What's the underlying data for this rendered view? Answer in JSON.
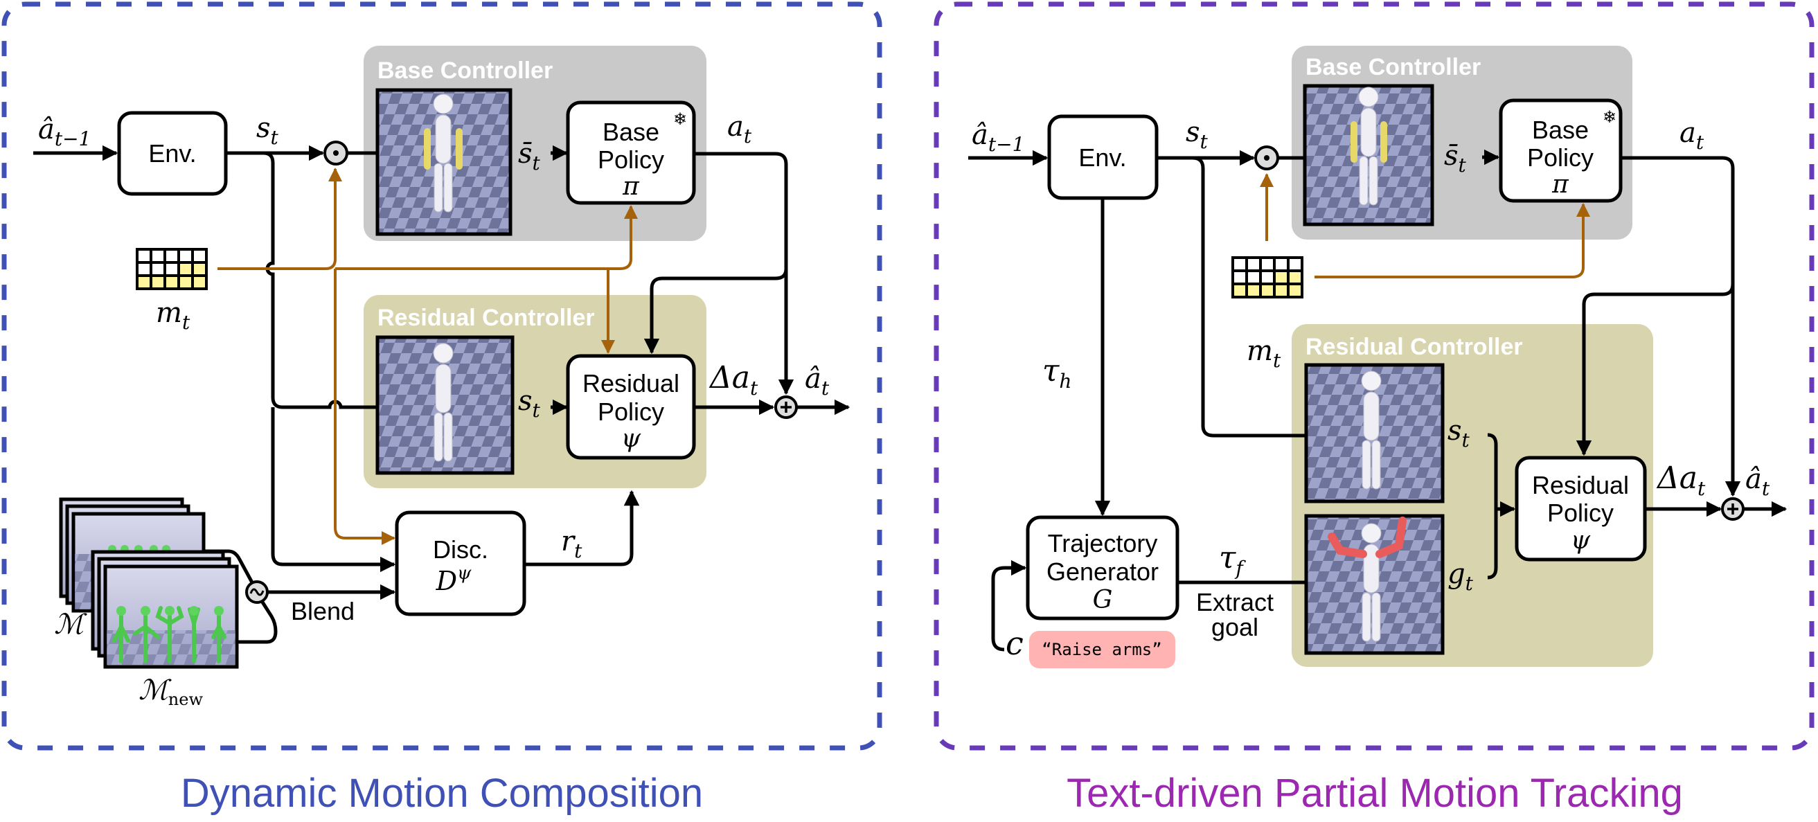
{
  "colors": {
    "left_accent": "#3f51b5",
    "right_accent": "#673ab7",
    "right_title": "#9c27b0",
    "base_controller_bg": "#c9c9c9",
    "residual_controller_bg": "#d8d4ad",
    "mask_brown": "#a5620a",
    "mask_yellow": "#fff59d",
    "prompt_bg": "#ffb3b3",
    "sim_floor": "#8b8fb8"
  },
  "left_panel": {
    "title": "Dynamic Motion Composition",
    "input_label": "â",
    "input_sub": "t−1",
    "env_label": "Env.",
    "state_label": "s",
    "state_sub": "t",
    "masked_state_label": "s̄",
    "masked_state_sub": "t",
    "base_controller": {
      "label": "Base Controller",
      "policy_line1": "Base",
      "policy_line2": "Policy",
      "policy_symbol": "π",
      "frozen_icon": "❄"
    },
    "action_label": "a",
    "action_sub": "t",
    "mask_label": "m",
    "mask_sub": "t",
    "mask_grid": [
      [
        0,
        0,
        0,
        0,
        0
      ],
      [
        0,
        0,
        0,
        1,
        1
      ],
      [
        1,
        1,
        1,
        1,
        1
      ]
    ],
    "residual_controller": {
      "label": "Residual Controller",
      "state_label": "s",
      "state_sub": "t",
      "policy_line1": "Residual",
      "policy_line2": "Policy",
      "policy_symbol": "ψ"
    },
    "delta_label": "Δa",
    "delta_sub": "t",
    "output_label": "â",
    "output_sub": "t",
    "disc": {
      "line1": "Disc.",
      "symbol": "D",
      "sup": "ψ"
    },
    "reward_label": "r",
    "reward_sub": "t",
    "blend_label": "Blend",
    "dataset_label": "ℳ",
    "new_dataset_label": "ℳ",
    "new_dataset_sub": "new"
  },
  "right_panel": {
    "title": "Text-driven Partial Motion Tracking",
    "input_label": "â",
    "input_sub": "t−1",
    "env_label": "Env.",
    "state_label": "s",
    "state_sub": "t",
    "masked_state_label": "s̄",
    "masked_state_sub": "t",
    "base_controller": {
      "label": "Base Controller",
      "policy_line1": "Base",
      "policy_line2": "Policy",
      "policy_symbol": "π",
      "frozen_icon": "❄"
    },
    "action_label": "a",
    "action_sub": "t",
    "mask_label": "m",
    "mask_sub": "t",
    "mask_grid": [
      [
        0,
        0,
        0,
        0,
        0
      ],
      [
        0,
        0,
        0,
        1,
        1
      ],
      [
        1,
        1,
        1,
        1,
        1
      ]
    ],
    "history_label": "τ",
    "history_sub": "h",
    "traj_gen": {
      "line1": "Trajectory",
      "line2": "Generator",
      "symbol": "G"
    },
    "future_label": "τ",
    "future_sub": "f",
    "extract_line1": "Extract",
    "extract_line2": "goal",
    "condition_label": "c",
    "prompt": "“Raise arms”",
    "residual_controller": {
      "label": "Residual Controller",
      "state_label": "s",
      "state_sub": "t",
      "goal_label": "g",
      "goal_sub": "t",
      "policy_line1": "Residual",
      "policy_line2": "Policy",
      "policy_symbol": "ψ"
    },
    "delta_label": "Δa",
    "delta_sub": "t",
    "output_label": "â",
    "output_sub": "t"
  }
}
